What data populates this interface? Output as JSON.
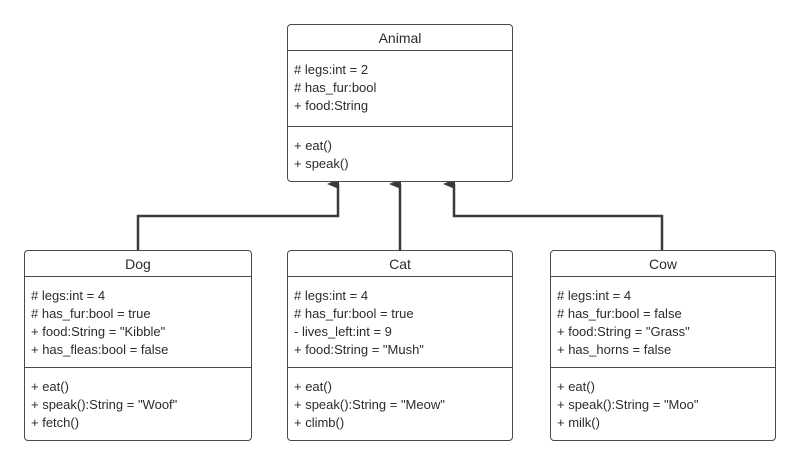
{
  "classes": {
    "animal": {
      "name": "Animal",
      "attributes": [
        "# legs:int = 2",
        "# has_fur:bool",
        "+ food:String"
      ],
      "methods": [
        "+ eat()",
        "+ speak()"
      ]
    },
    "dog": {
      "name": "Dog",
      "attributes": [
        "# legs:int = 4",
        "# has_fur:bool = true",
        "+ food:String = \"Kibble\"",
        "+ has_fleas:bool = false"
      ],
      "methods": [
        "+ eat()",
        "+ speak():String = \"Woof\"",
        "+ fetch()"
      ]
    },
    "cat": {
      "name": "Cat",
      "attributes": [
        "# legs:int = 4",
        "# has_fur:bool = true",
        "- lives_left:int = 9",
        "+ food:String = \"Mush\""
      ],
      "methods": [
        "+ eat()",
        "+ speak():String = \"Meow\"",
        "+ climb()"
      ]
    },
    "cow": {
      "name": "Cow",
      "attributes": [
        "# legs:int = 4",
        "# has_fur:bool = false",
        "+ food:String = \"Grass\"",
        "+ has_horns = false"
      ],
      "methods": [
        "+ eat()",
        "+ speak():String = \"Moo\"",
        "+ milk()"
      ]
    }
  },
  "relations": [
    {
      "type": "inheritance",
      "from": "Dog",
      "to": "Animal"
    },
    {
      "type": "inheritance",
      "from": "Cat",
      "to": "Animal"
    },
    {
      "type": "inheritance",
      "from": "Cow",
      "to": "Animal"
    }
  ],
  "colors": {
    "border": "#4a4a4a",
    "connector": "#3a3a3a",
    "text": "#2b2b2b"
  }
}
